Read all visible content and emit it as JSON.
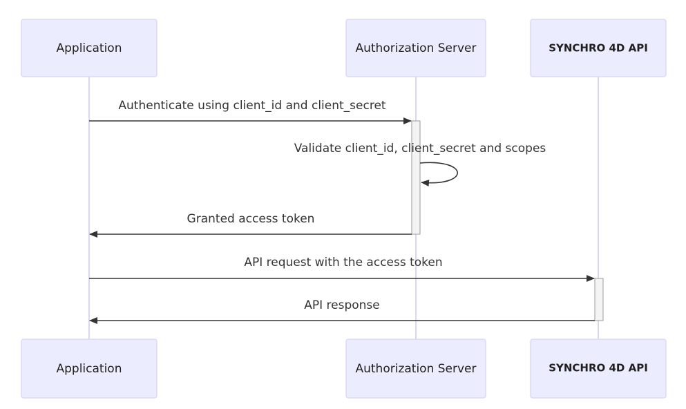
{
  "participants": [
    {
      "id": "app",
      "label": "Application",
      "bold": false
    },
    {
      "id": "auth",
      "label": "Authorization Server",
      "bold": false
    },
    {
      "id": "api",
      "label": "SYNCHRO 4D API",
      "bold": true
    }
  ],
  "messages": [
    {
      "from": "app",
      "to": "auth",
      "text": "Authenticate using client_id and client_secret"
    },
    {
      "from": "auth",
      "to": "auth",
      "text": "Validate client_id, client_secret and scopes"
    },
    {
      "from": "auth",
      "to": "app",
      "text": "Granted access token"
    },
    {
      "from": "app",
      "to": "api",
      "text": "API request with the access token"
    },
    {
      "from": "api",
      "to": "app",
      "text": "API response"
    }
  ],
  "colors": {
    "actor_fill": "#ECECFF",
    "actor_border": "#D7D3F4",
    "lifeline": "#C9C5EE",
    "message": "#333333",
    "activation_fill": "#F4F4F4"
  }
}
